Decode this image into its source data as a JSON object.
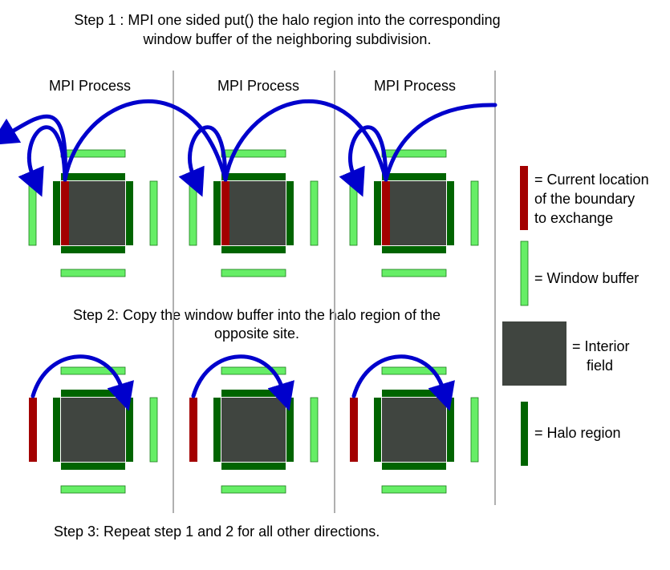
{
  "steps": {
    "step1_line1": "Step 1 : MPI one sided put() the halo region into the corresponding",
    "step1_line2": "window buffer of the neighboring subdivision.",
    "step2_line1": "Step 2: Copy the window buffer into the halo region of the",
    "step2_line2": "opposite site.",
    "step3": "Step 3: Repeat step 1 and 2 for all other directions."
  },
  "process_label": "MPI Process",
  "legend": {
    "boundary": [
      "= Current location",
      "of the boundary",
      "to exchange"
    ],
    "window": "= Window buffer",
    "interior": [
      "= Interior",
      "field"
    ],
    "halo": "= Halo region"
  },
  "colors": {
    "boundary": "#a30000",
    "window_buffer": "#66ee66",
    "interior": "#404540",
    "halo": "#006400",
    "arrow": "#0000cc",
    "divider": "#b0b0b0"
  }
}
